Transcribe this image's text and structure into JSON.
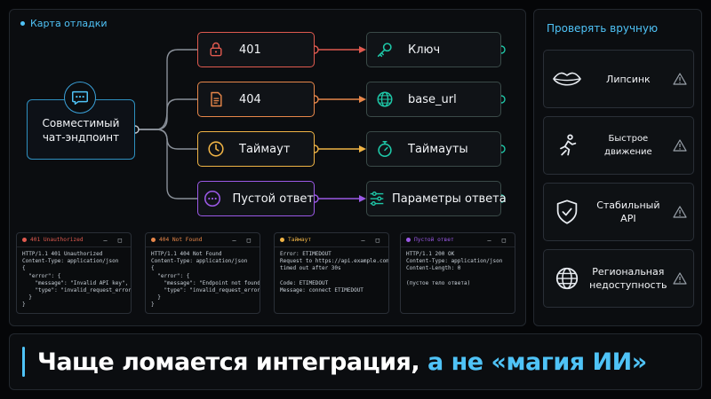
{
  "main": {
    "title": "Карта отладки",
    "source": {
      "label": "Совместимый\nчат-эндпоинт",
      "icon": "chat-bubble-icon"
    },
    "rows": [
      {
        "error": "401",
        "error_icon": "lock-icon",
        "fix": "Ключ",
        "fix_icon": "key-icon",
        "color": "#e05a4f"
      },
      {
        "error": "404",
        "error_icon": "document-icon",
        "fix": "base_url",
        "fix_icon": "globe-icon",
        "color": "#e8874a"
      },
      {
        "error": "Таймаут",
        "error_icon": "clock-icon",
        "fix": "Таймауты",
        "fix_icon": "stopwatch-icon",
        "color": "#f0b445"
      },
      {
        "error": "Пустой ответ",
        "error_icon": "ellipsis-icon",
        "fix": "Параметры ответа",
        "fix_icon": "sliders-icon",
        "color": "#9b59e6"
      }
    ],
    "code_windows": [
      {
        "title": "401 Unauthorized",
        "color": "#e05a4f",
        "body": "HTTP/1.1 401 Unauthorized\nContent-Type: application/json\n{\n  \"error\": {\n    \"message\": \"Invalid API key\",\n    \"type\": \"invalid_request_error\"\n  }\n}"
      },
      {
        "title": "404 Not Found",
        "color": "#e8874a",
        "body": "HTTP/1.1 404 Not Found\nContent-Type: application/json\n{\n  \"error\": {\n    \"message\": \"Endpoint not found\",\n    \"type\": \"invalid_request_error\"\n  }\n}"
      },
      {
        "title": "Таймаут",
        "color": "#f0b445",
        "body": "Error: ETIMEDOUT\nRequest to https://api.example.com\ntimed out after 30s\n\nCode: ETIMEDOUT\nMessage: connect ETIMEDOUT"
      },
      {
        "title": "Пустой ответ",
        "color": "#9b59e6",
        "body": "HTTP/1.1 200 OK\nContent-Type: application/json\nContent-Length: 0\n\n(пустое тело ответа)"
      }
    ],
    "window_controls": "— □"
  },
  "side": {
    "title": "Проверять вручную",
    "items": [
      {
        "label": "Липсинк",
        "icon": "lips-icon"
      },
      {
        "label": "Быстрое движение",
        "icon": "running-person-icon"
      },
      {
        "label": "Стабильный API",
        "icon": "shield-check-icon"
      },
      {
        "label": "Региональная недоступность",
        "icon": "globe-icon"
      }
    ],
    "warn_icon": "warning-triangle-icon"
  },
  "headline": {
    "part1": "Чаще ломается интеграция, ",
    "part2": "а не «магия ИИ»"
  },
  "colors": {
    "accent": "#4fc3f7",
    "teal": "#1ec8a8"
  }
}
